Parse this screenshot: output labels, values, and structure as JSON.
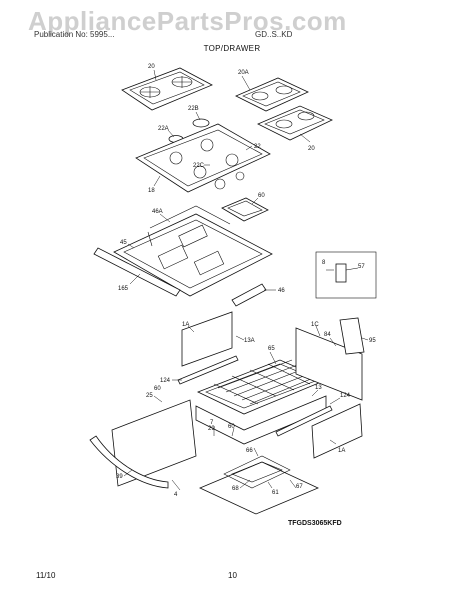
{
  "page": {
    "watermark": "AppliancePartsPros.com",
    "header_left": "Publication No: 5995...",
    "header_right": "GD..S..KD",
    "section_title": "TOP/DRAWER",
    "diagram_code": "TFGDS3065KFD",
    "footer_date": "11/10",
    "footer_page": "10"
  },
  "callouts": {
    "c20a": "20",
    "c20A": "20A",
    "c20b": "20",
    "c22B": "22B",
    "c22A": "22A",
    "c22": "22",
    "c22C": "22C",
    "c18": "18",
    "c60": "60",
    "c46A": "46A",
    "c45": "45",
    "c46": "46",
    "c165": "165",
    "c8": "8",
    "c57": "57",
    "c1A": "1A",
    "c13A": "13A",
    "c65": "65",
    "c1C": "1C",
    "c84": "84",
    "c95": "95",
    "c124a": "124",
    "c25": "25",
    "c60b": "60",
    "c13": "13",
    "c124b": "124",
    "c1A2": "1A",
    "c7": "7",
    "c29": "29",
    "c60c": "60",
    "c66": "66",
    "c39": "39",
    "c4": "4",
    "c68": "68",
    "c61": "61",
    "c67": "67"
  },
  "colors": {
    "line": "#111111",
    "watermark": "#cfcfcf"
  }
}
